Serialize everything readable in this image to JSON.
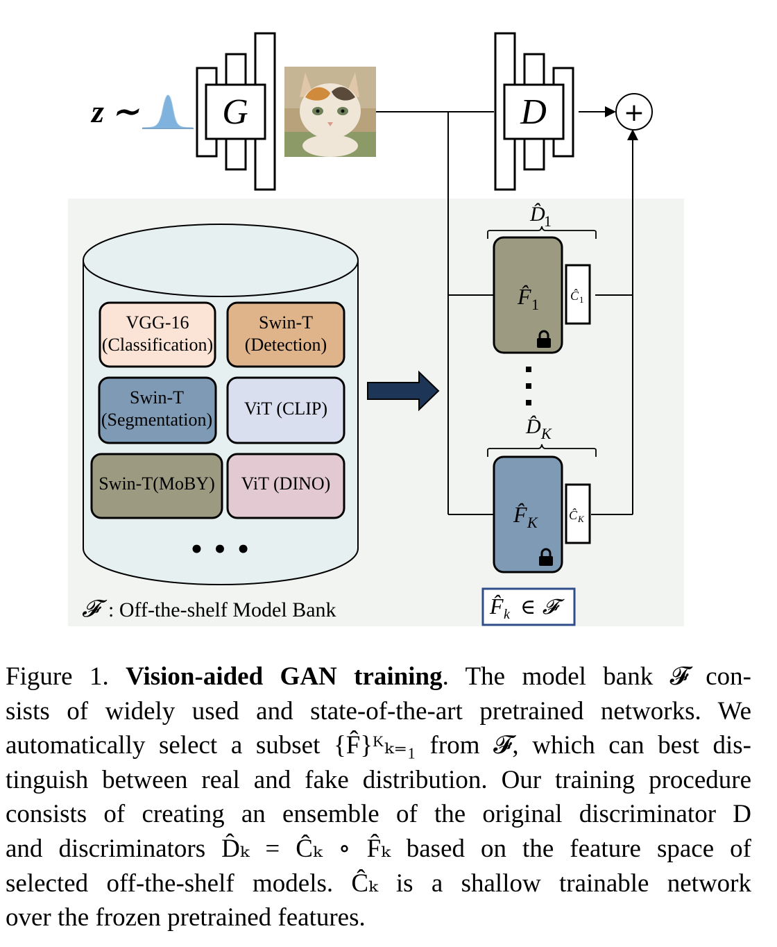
{
  "figure": {
    "top": {
      "z_symbol": "z ∼",
      "generator_label": "G",
      "discriminator_label": "D",
      "plus_symbol": "+"
    },
    "model_bank": {
      "models": [
        {
          "line1": "VGG-16",
          "line2": "(Classification)",
          "color": "#fbe3d6"
        },
        {
          "line1": "Swin-T",
          "line2": "(Detection)",
          "color": "#e0b48a"
        },
        {
          "line1": "Swin-T",
          "line2": "(Segmentation)",
          "color": "#7f9ab4"
        },
        {
          "line1": "ViT (CLIP)",
          "line2": "",
          "color": "#dadff0"
        },
        {
          "line1": "Swin-T(MoBY)",
          "line2": "",
          "color": "#9c9b82"
        },
        {
          "line1": "ViT (DINO)",
          "line2": "",
          "color": "#e2c9d2"
        }
      ],
      "ellipsis": "• • •",
      "label_symbol": "𝓕",
      "label_text": ": Off-the-shelf Model Bank",
      "bank_fill": "#e7f0f1",
      "panel_fill": "#f2f4f1",
      "arrow_color": "#1d3557"
    },
    "discriminators": {
      "d1_label": "D̂",
      "d1_sub": "1",
      "f1_label": "F̂",
      "f1_sub": "1",
      "c1_label": "Ĉ",
      "c1_sub": "1",
      "dk_label": "D̂",
      "dk_sub": "K",
      "fk_label": "F̂",
      "fk_sub": "K",
      "ck_label": "Ĉ",
      "ck_sub": "K",
      "f1_color": "#9c9b82",
      "fk_color": "#7f9ab4",
      "membership_text": "F̂",
      "membership_sub": "k",
      "membership_rest": "∈ 𝓕",
      "membership_border": "#2f4d8a"
    }
  },
  "caption": {
    "figure_num": "Figure 1.",
    "bold_title": "Vision-aided GAN training",
    "line1_rest": ". The model bank 𝓕 con-",
    "line2": "sists of widely used and state-of-the-art pretrained networks. We",
    "line3": "automatically select a subset {F̂}ᴷₖ₌₁ from 𝓕, which can best dis-",
    "line4": "tinguish between real and fake distribution. Our training procedure",
    "line5": "consists of creating an ensemble of the original discriminator D",
    "line6": "and discriminators D̂ₖ = Ĉₖ ∘ F̂ₖ based on the feature space of",
    "line7": "selected off-the-shelf models. Ĉₖ is a shallow trainable network",
    "line8": "over the frozen pretrained features."
  }
}
